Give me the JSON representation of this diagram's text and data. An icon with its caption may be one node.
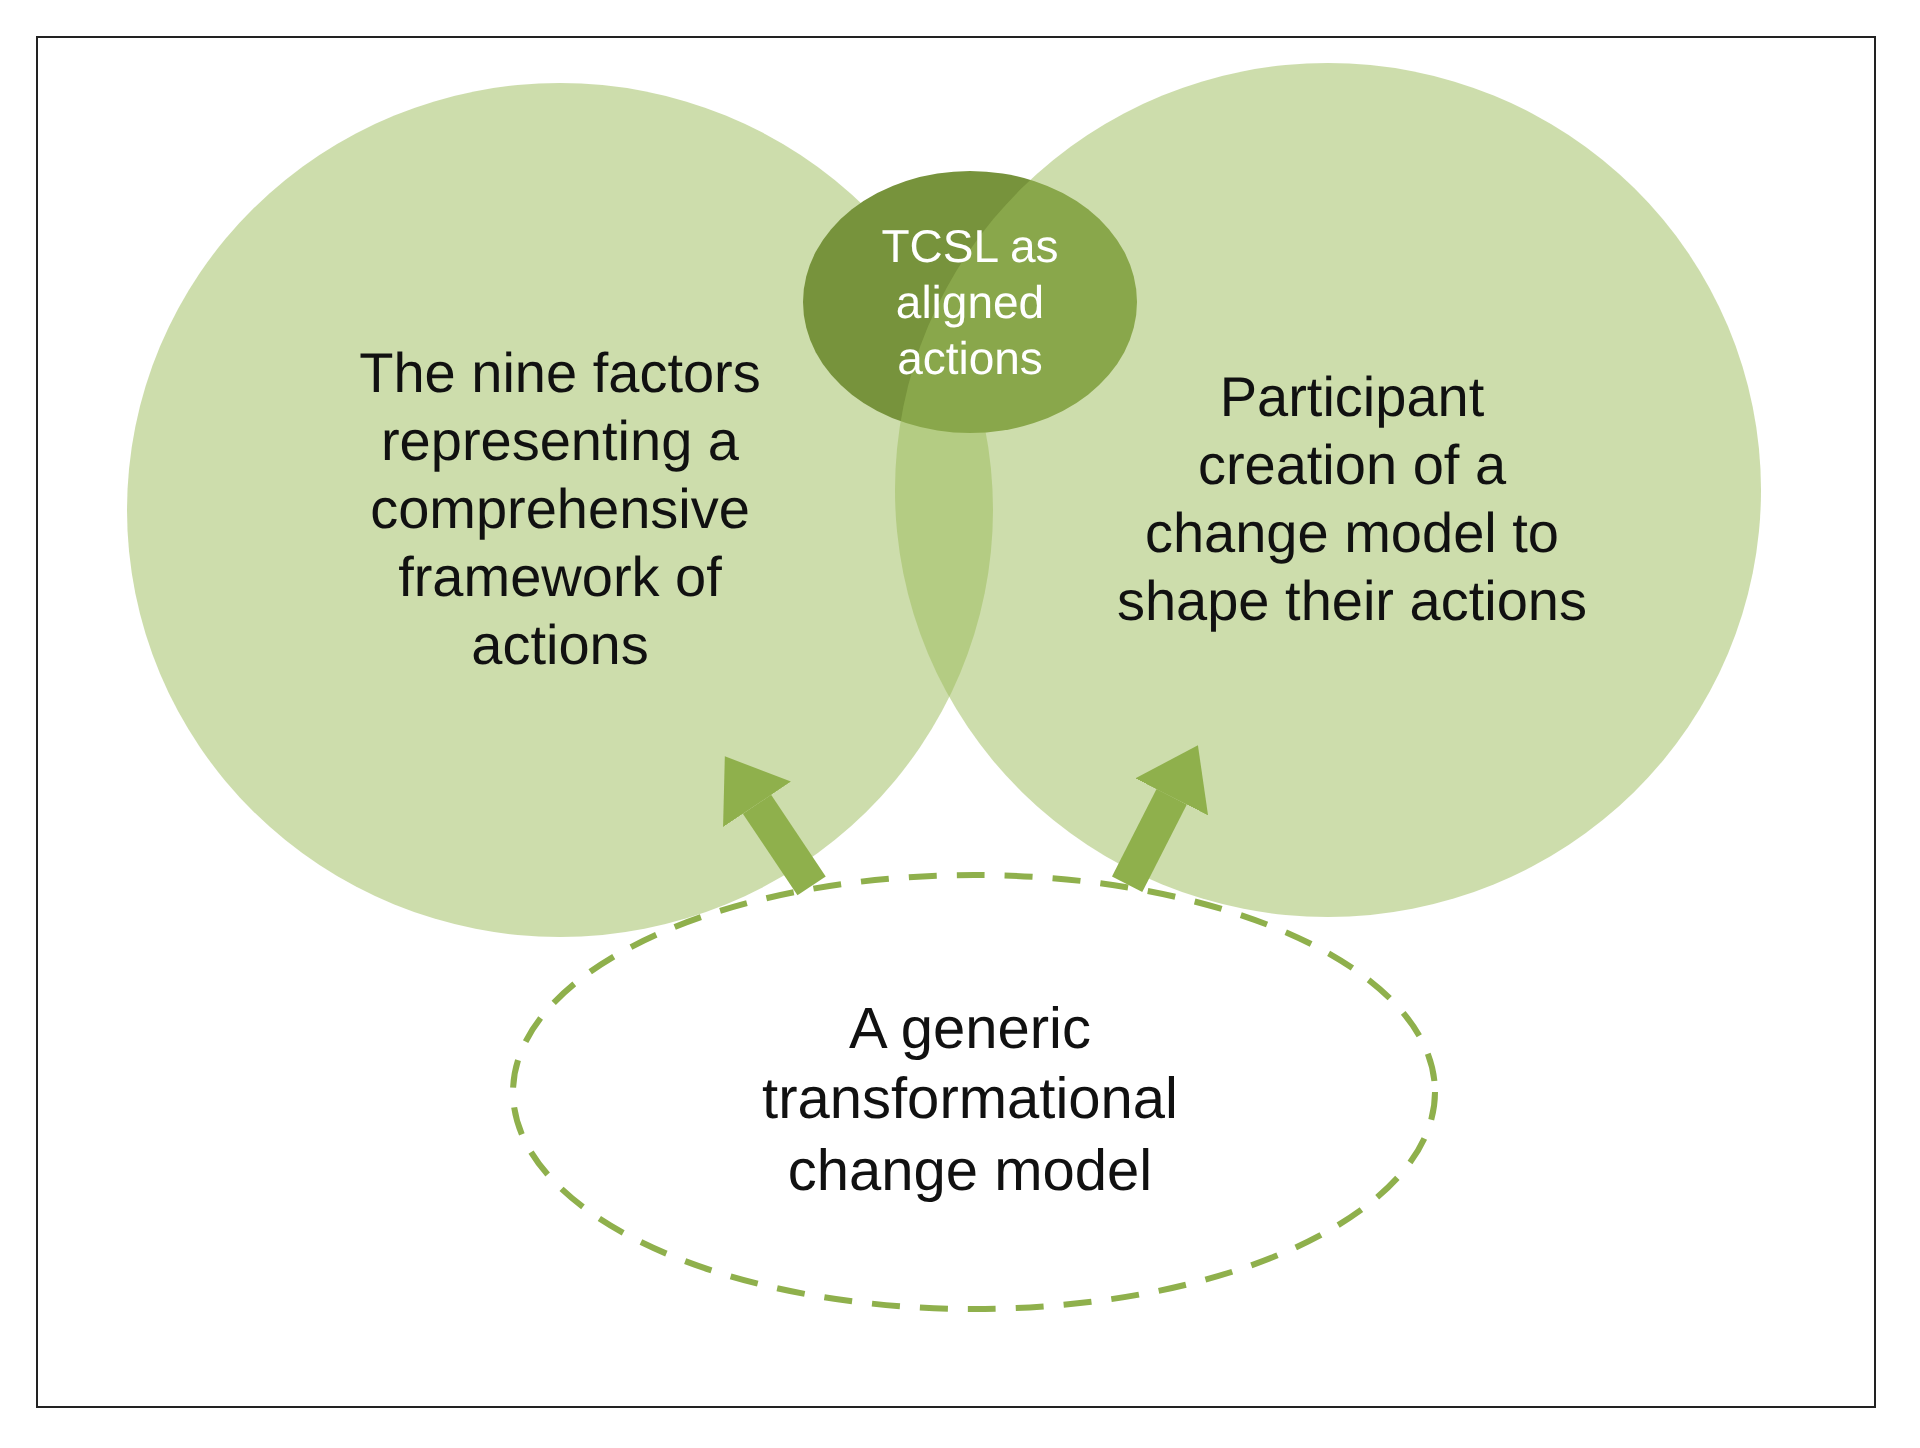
{
  "diagram": {
    "nodes": [
      {
        "text": [
          "The nine factors representing a comprehensive framework of actions"
        ]
      },
      {
        "text": [
          "TCSL as aligned actions"
        ]
      },
      {
        "text": [
          "Participant creation of a change model to shape their actions"
        ]
      },
      {
        "text": [
          "A generic transformational change model"
        ]
      }
    ],
    "edges": [
      {
        "from": 3,
        "to": 0,
        "arrow": "to"
      },
      {
        "from": 3,
        "to": 2,
        "arrow": "to"
      }
    ]
  }
}
